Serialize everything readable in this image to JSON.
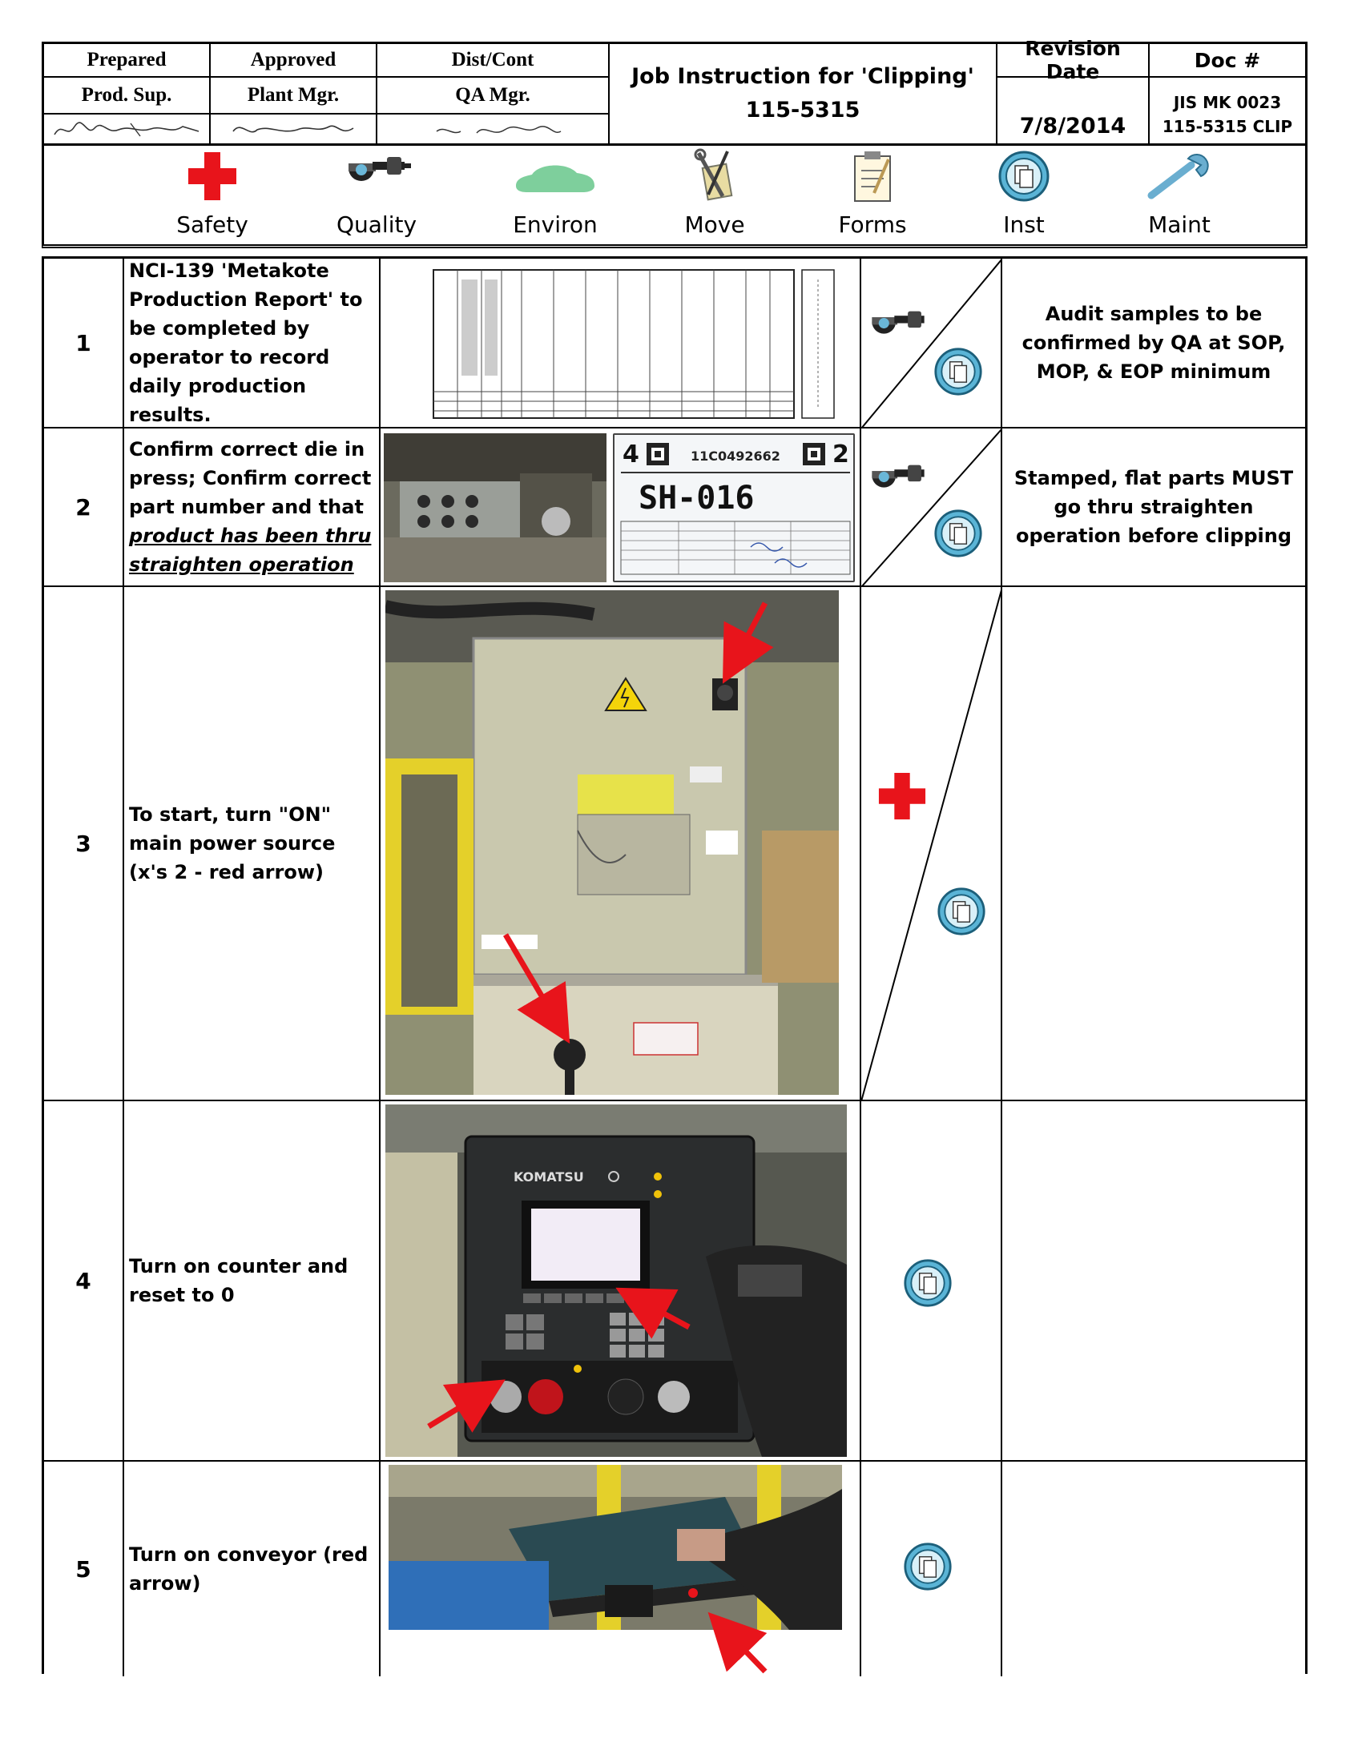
{
  "header": {
    "prepared_label": "Prepared",
    "approved_label": "Approved",
    "distcont_label": "Dist/Cont",
    "prepared_role": "Prod. Sup.",
    "approved_role": "Plant Mgr.",
    "distcont_role": "QA Mgr.",
    "title_line1": "Job Instruction for 'Clipping'",
    "title_line2": "115-5315",
    "revision_label": "Revision Date",
    "revision_date": "7/8/2014",
    "doc_label": "Doc #",
    "doc_number_line1": "JIS MK 0023",
    "doc_number_line2": "115-5315  CLIP"
  },
  "legend": [
    {
      "label": "Safety",
      "icon": "red-cross-icon"
    },
    {
      "label": "Quality",
      "icon": "micrometer-icon"
    },
    {
      "label": "Environ",
      "icon": "green-car-icon"
    },
    {
      "label": "Move",
      "icon": "tools-icon"
    },
    {
      "label": "Forms",
      "icon": "clipboard-icon"
    },
    {
      "label": "Inst",
      "icon": "instruction-document-icon"
    },
    {
      "label": "Maint",
      "icon": "wrench-icon"
    }
  ],
  "steps": [
    {
      "number": "1",
      "text": "NCI-139 'Metakote Production Report' to be completed by operator to record daily production results.",
      "note": "Audit samples to be confirmed by QA at SOP, MOP, & EOP minimum",
      "icons": [
        "micrometer-icon",
        "instruction-document-icon"
      ]
    },
    {
      "number": "2",
      "text_plain": "Confirm correct die in press; Confirm correct part number and that ",
      "text_emph": "product has been thru straighten operation",
      "note": "Stamped, flat parts MUST go thru straighten operation before clipping",
      "label_card": {
        "left_num": "4",
        "right_num": "2",
        "code": "11C0492662",
        "part": "SH-016"
      },
      "icons": [
        "micrometer-icon",
        "instruction-document-icon"
      ]
    },
    {
      "number": "3",
      "text": "To start, turn \"ON\" main power source (x's 2 - red arrow)",
      "note": "",
      "icons": [
        "red-cross-icon",
        "instruction-document-icon"
      ]
    },
    {
      "number": "4",
      "text": "Turn on counter and reset to 0",
      "note": "",
      "brand": "KOMATSU",
      "icons": [
        "instruction-document-icon"
      ]
    },
    {
      "number": "5",
      "text": "Turn on conveyor (red arrow)",
      "note": "",
      "icons": [
        "instruction-document-icon"
      ]
    }
  ],
  "colors": {
    "safety_red": "#e8141b",
    "inst_blue": "#5ab4d6",
    "environ_green": "#7ecf9c",
    "arrow_red": "#e8141b"
  }
}
